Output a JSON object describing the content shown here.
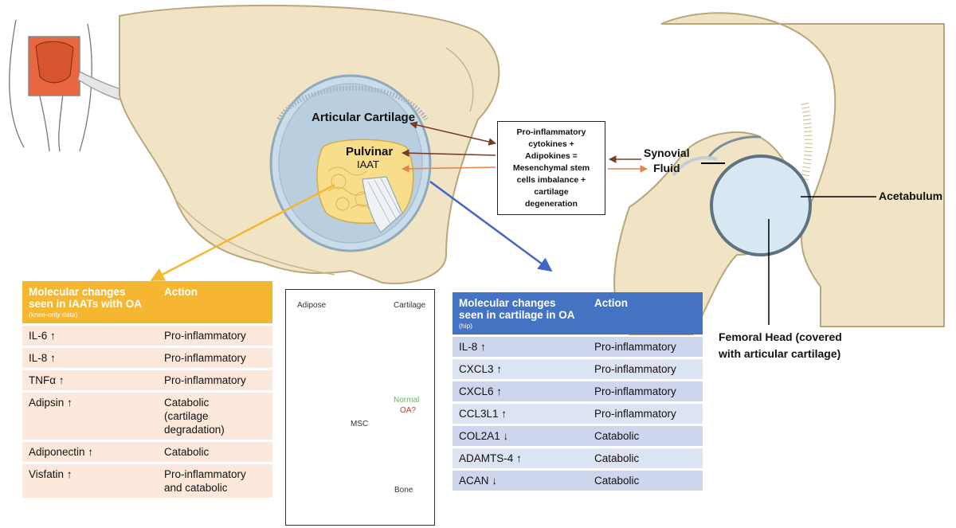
{
  "labels": {
    "articular_cartilage": "Articular Cartilage",
    "pulvinar": "Pulvinar",
    "iaat": "IAAT",
    "synovial_fluid": "Synovial\nFluid",
    "acetabulum": "Acetabulum",
    "femoral_head": "Femoral Head (covered\nwith articular cartilage)"
  },
  "center_box": "Pro-inflammatory\ncytokines +\nAdipokines =\nMesenchymal stem\ncells imbalance +\ncartilage\ndegeneration",
  "msc_diagram": {
    "adipose": "Adipose",
    "cartilage": "Cartilage",
    "msc": "MSC",
    "bone": "Bone",
    "normal": "Normal",
    "oa": "OA?"
  },
  "left_table": {
    "header_col1": "Molecular changes seen in IAATs with OA",
    "header_sub": "(knee-only data)",
    "header_col2": "Action",
    "rows": [
      {
        "molecule": "IL-6 ↑",
        "action": "Pro-inflammatory"
      },
      {
        "molecule": "IL-8 ↑",
        "action": "Pro-inflammatory"
      },
      {
        "molecule": "TNFα ↑",
        "action": "Pro-inflammatory"
      },
      {
        "molecule": "Adipsin ↑",
        "action": "Catabolic\n(cartilage\ndegradation)"
      },
      {
        "molecule": "Adiponectin ↑",
        "action": "Catabolic"
      },
      {
        "molecule": "Visfatin ↑",
        "action": "Pro-inflammatory\nand catabolic"
      }
    ]
  },
  "right_table": {
    "header_col1": "Molecular changes seen in cartilage in OA",
    "header_sub": "(hip)",
    "header_col2": "Action",
    "rows": [
      {
        "molecule": "IL-8 ↑",
        "action": "Pro-inflammatory"
      },
      {
        "molecule": "CXCL3 ↑",
        "action": "Pro-inflammatory"
      },
      {
        "molecule": "CXCL6 ↑",
        "action": "Pro-inflammatory"
      },
      {
        "molecule": "CCL3L1 ↑",
        "action": "Pro-inflammatory"
      },
      {
        "molecule": "COL2A1 ↓",
        "action": "Catabolic"
      },
      {
        "molecule": "ADAMTS-4 ↑",
        "action": "Catabolic"
      },
      {
        "molecule": "ACAN ↓",
        "action": "Catabolic"
      }
    ]
  },
  "colors": {
    "left_header": "#f5b731",
    "left_row": "#fce9dc",
    "right_header": "#4573c4",
    "right_row": "#dce3f1",
    "bone": "#f0e4c4",
    "cartilage": "#c9dce9"
  }
}
